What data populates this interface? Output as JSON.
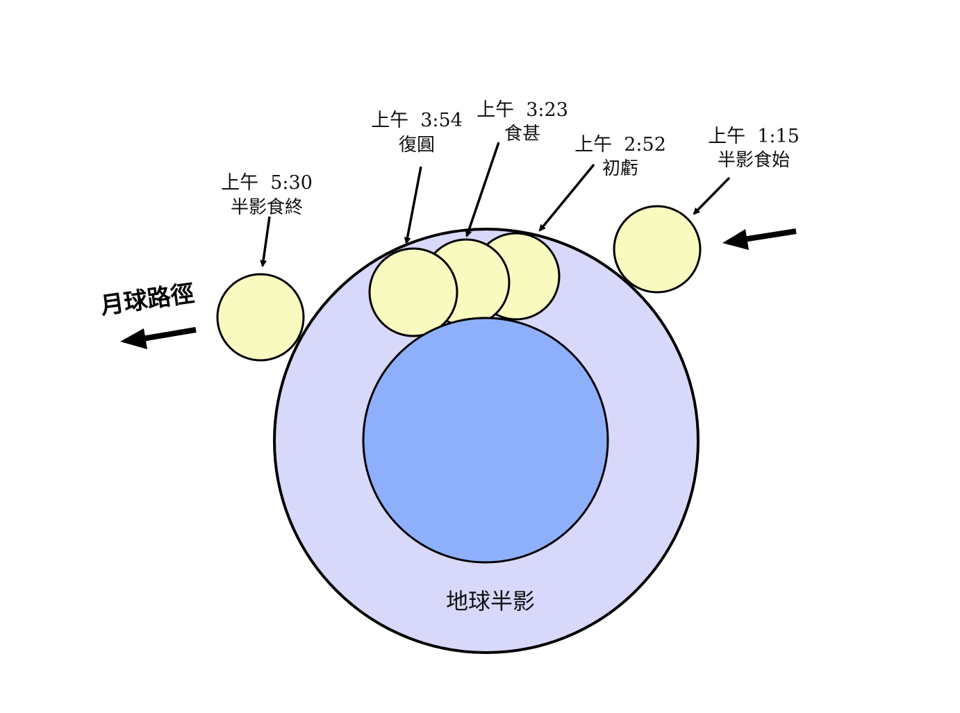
{
  "colors": {
    "penumbra": "#d8d8fa",
    "umbra": "#8eb0fc",
    "moon": "#f8fac0",
    "outline": "#000000"
  },
  "labels": {
    "penumbra": "地球半影",
    "moon_path": "月球路徑"
  },
  "events": [
    {
      "time": "上午  1:15",
      "name": "半影食始"
    },
    {
      "time": "上午  2:52",
      "name": "初虧"
    },
    {
      "time": "上午  3:23",
      "name": "食甚"
    },
    {
      "time": "上午  3:54",
      "name": "復圓"
    },
    {
      "time": "上午  5:30",
      "name": "半影食終"
    }
  ]
}
